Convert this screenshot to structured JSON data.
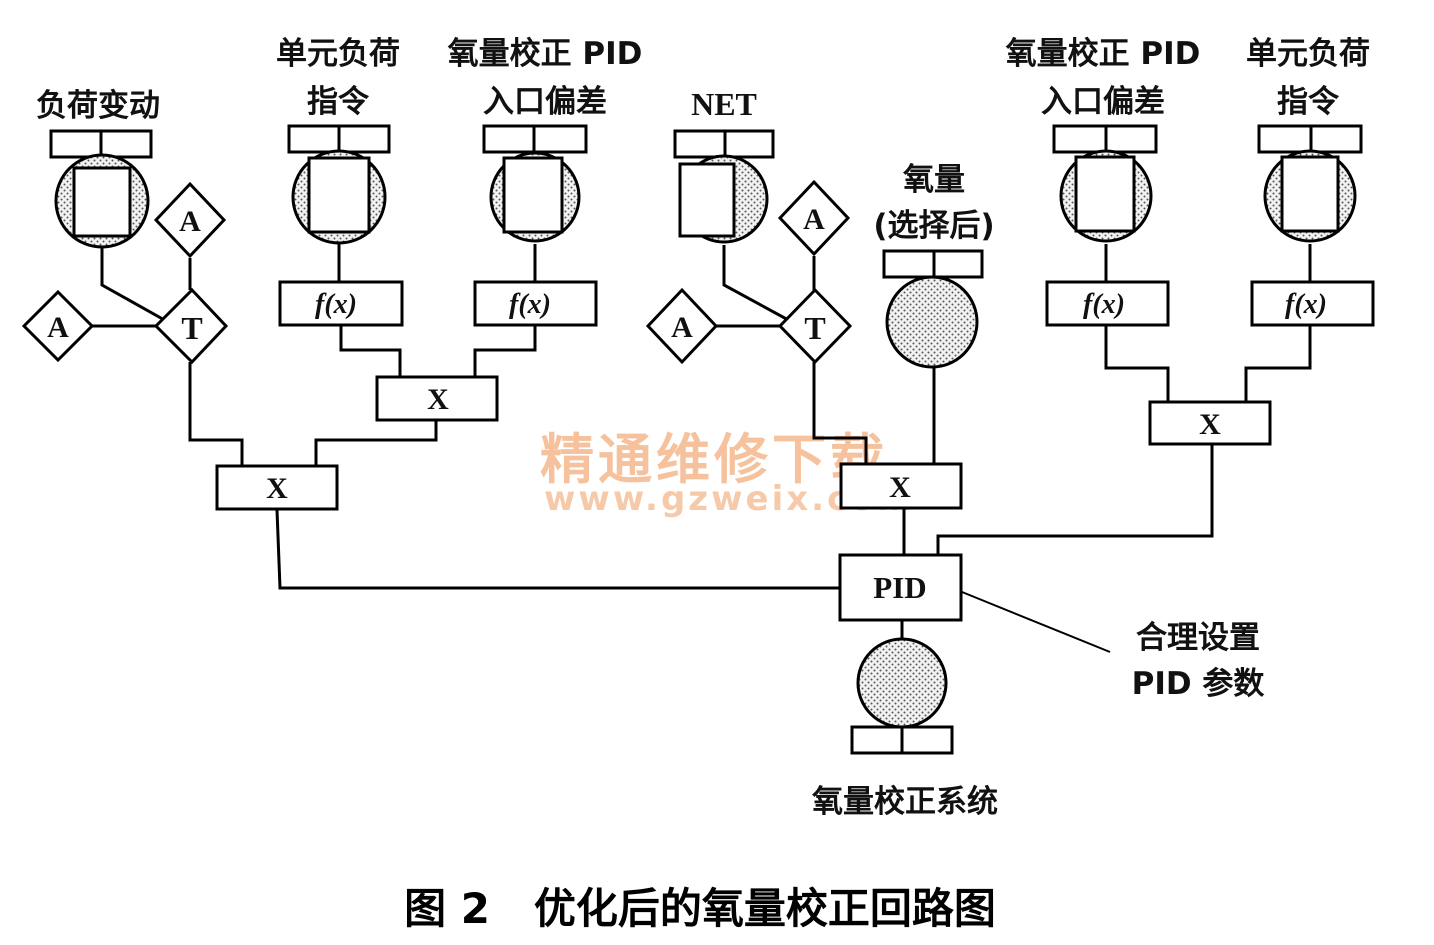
{
  "diagram": {
    "caption": "图 2   优化后的氧量校正回路图",
    "watermark": {
      "text": "精通维修下载",
      "url": "www.gzweix.com",
      "color": "#f5b88c"
    },
    "inputs": [
      {
        "id": "load-change",
        "lines": [
          "负荷变动"
        ]
      },
      {
        "id": "unit-load-cmd-left",
        "lines": [
          "单元负荷",
          "指令"
        ]
      },
      {
        "id": "pid-inlet-dev-left",
        "lines": [
          "氧量校正 PID",
          "入口偏差"
        ]
      },
      {
        "id": "net",
        "lines": [
          "NET"
        ]
      },
      {
        "id": "oxygen-selected",
        "lines": [
          "氧量",
          "(选择后)"
        ]
      },
      {
        "id": "pid-inlet-dev-right",
        "lines": [
          "氧量校正 PID",
          "入口偏差"
        ]
      },
      {
        "id": "unit-load-cmd-right",
        "lines": [
          "单元负荷",
          "指令"
        ]
      }
    ],
    "blocks": {
      "function_label": "f(x)",
      "multiply_label": "X",
      "pid_label": "PID",
      "analog_label": "A",
      "transfer_label": "T"
    },
    "annotation": [
      "合理设置",
      "PID 参数"
    ],
    "output": {
      "label": "氧量校正系统"
    }
  }
}
